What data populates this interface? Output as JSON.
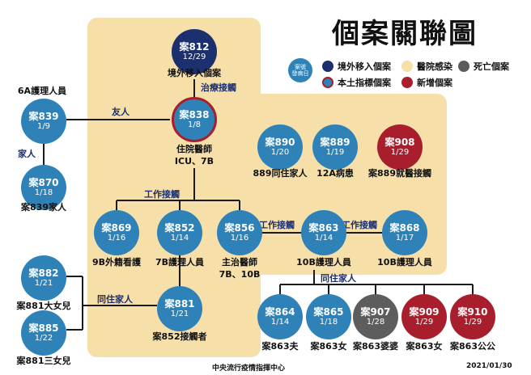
{
  "title": "個案關聯圖",
  "legend": {
    "mini_case": "案號",
    "mini_date": "發病日",
    "imported": "境外移入個案",
    "hospital": "醫院感染",
    "death": "死亡個案",
    "local_index": "本土指標個案",
    "new": "新增個案"
  },
  "colors": {
    "blue_case": "#2f82b8",
    "imported": "#1c2f6e",
    "new_case": "#a81e2c",
    "death": "#5d5d5d",
    "hospital_zone": "#f6dfa9"
  },
  "cases": {
    "c812": {
      "id": "案812",
      "date": "12/29",
      "caption": "境外移入個案"
    },
    "c838": {
      "id": "案838",
      "date": "1/8",
      "caption1": "住院醫師",
      "caption2": "ICU、7B"
    },
    "c839": {
      "id": "案839",
      "date": "1/9",
      "caption": "6A護理人員"
    },
    "c870": {
      "id": "案870",
      "date": "1/18",
      "caption": "案839家人"
    },
    "c890": {
      "id": "案890",
      "date": "1/20",
      "caption": "889同住家人"
    },
    "c889": {
      "id": "案889",
      "date": "1/19",
      "caption": "12A病患"
    },
    "c908": {
      "id": "案908",
      "date": "1/29",
      "caption": "案889就醫接觸"
    },
    "c869": {
      "id": "案869",
      "date": "1/16",
      "caption": "9B外籍看護"
    },
    "c852": {
      "id": "案852",
      "date": "1/14",
      "caption": "7B護理人員"
    },
    "c856": {
      "id": "案856",
      "date": "1/16",
      "caption1": "主治醫師",
      "caption2": "7B、10B"
    },
    "c863": {
      "id": "案863",
      "date": "1/14",
      "caption": "10B護理人員"
    },
    "c868": {
      "id": "案868",
      "date": "1/17",
      "caption": "10B護理人員"
    },
    "c882": {
      "id": "案882",
      "date": "1/21",
      "caption": "案881大女兒"
    },
    "c885": {
      "id": "案885",
      "date": "1/22",
      "caption": "案881三女兒"
    },
    "c881": {
      "id": "案881",
      "date": "1/21",
      "caption": "案852接觸者"
    },
    "c864": {
      "id": "案864",
      "date": "1/14",
      "caption": "案863夫"
    },
    "c865": {
      "id": "案865",
      "date": "1/18",
      "caption": "案863女"
    },
    "c907": {
      "id": "案907",
      "date": "1/28",
      "caption": "案863婆婆"
    },
    "c909": {
      "id": "案909",
      "date": "1/29",
      "caption": "案863女"
    },
    "c910": {
      "id": "案910",
      "date": "1/29",
      "caption": "案863公公"
    }
  },
  "relations": {
    "treatment": "治療接觸",
    "friend": "友人",
    "family": "家人",
    "work_838": "工作接觸",
    "work_856": "工作接觸",
    "work_868": "工作接觸",
    "cohabit_881": "同住家人",
    "cohabit_863": "同住家人"
  },
  "footer": {
    "source": "中央流行疫情指揮中心",
    "date": "2021/01/30"
  }
}
